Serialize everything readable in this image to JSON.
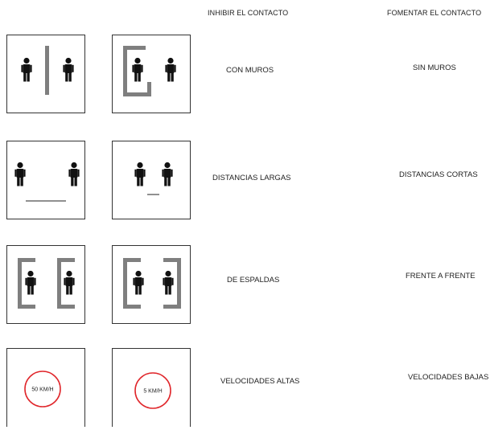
{
  "headers": {
    "inhibit": "INHIBIR EL CONTACTO",
    "foster": "FOMENTAR EL CONTACTO"
  },
  "rows": [
    {
      "inhibit_label": "CON MUROS",
      "foster_label": "SIN MUROS"
    },
    {
      "inhibit_label": "DISTANCIAS LARGAS",
      "foster_label": "DISTANCIAS CORTAS"
    },
    {
      "inhibit_label": "DE ESPALDAS",
      "foster_label": "FRENTE A FRENTE"
    },
    {
      "inhibit_label": "VELOCIDADES ALTAS",
      "foster_label": "VELOCIDADES BAJAS"
    }
  ],
  "speed_signs": {
    "high": "50 KM/H",
    "low": "5 KM/H"
  },
  "colors": {
    "wall": "#7f7f7f",
    "person": "#111111",
    "speed_ring": "#e0262b"
  }
}
